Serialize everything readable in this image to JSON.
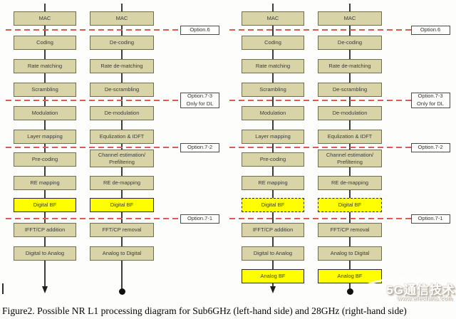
{
  "caption": "Figure2. Possible NR L1 processing diagram for Sub6GHz (left-hand side) and 28GHz (right-hand side)",
  "watermark": {
    "brand": "5G通信技术",
    "site": "www.elecfans.com"
  },
  "colors": {
    "node_fill": "#d8d4a8",
    "node_border": "#6e6e4e",
    "highlight": "#ffff00",
    "option_line_red": "#dd5a52"
  },
  "options": [
    {
      "label": "Option.6",
      "note": ""
    },
    {
      "label": "Option.7-3",
      "note": "Only for DL"
    },
    {
      "label": "Option.7-2",
      "note": ""
    },
    {
      "label": "Option.7-1",
      "note": ""
    }
  ],
  "diagrams": [
    {
      "id": "sub6ghz-left",
      "columns": [
        {
          "id": "tx",
          "terminal": "arrow",
          "nodes": [
            {
              "label": "MAC"
            },
            {
              "label": "Coding"
            },
            {
              "label": "Rate matching"
            },
            {
              "label": "Scrambling"
            },
            {
              "label": "Modulation"
            },
            {
              "label": "Layer mapping"
            },
            {
              "label": "Pre-coding"
            },
            {
              "label": "RE mapping"
            },
            {
              "label": "Digital BF",
              "highlight": true
            },
            {
              "label": "IFFT/CP addition"
            },
            {
              "label": "Digital to Analog"
            }
          ]
        },
        {
          "id": "rx",
          "terminal": "dot",
          "nodes": [
            {
              "label": "MAC"
            },
            {
              "label": "De-coding"
            },
            {
              "label": "Rate de-matching"
            },
            {
              "label": "De-scrambling"
            },
            {
              "label": "De-modulation"
            },
            {
              "label": "Equlization & IDFT"
            },
            {
              "label": "Channel estimation/\nPrefiltering",
              "tall": true
            },
            {
              "label": "RE de-mapping"
            },
            {
              "label": "Digital BF",
              "highlight": true
            },
            {
              "label": "FFT/CP removal"
            },
            {
              "label": "Analog to Digital"
            }
          ]
        }
      ]
    },
    {
      "id": "28ghz-right",
      "columns": [
        {
          "id": "tx",
          "terminal": "arrow",
          "nodes": [
            {
              "label": "MAC"
            },
            {
              "label": "Coding"
            },
            {
              "label": "Rate matching"
            },
            {
              "label": "Scrambling"
            },
            {
              "label": "Modulation"
            },
            {
              "label": "Layer mapping"
            },
            {
              "label": "Pre-coding"
            },
            {
              "label": "RE mapping"
            },
            {
              "label": "Digital BF",
              "highlight": true,
              "dashed": true
            },
            {
              "label": "IFFT/CP addition"
            },
            {
              "label": "Digital to Analog"
            },
            {
              "label": "Analog BF",
              "highlight": true
            }
          ]
        },
        {
          "id": "rx",
          "terminal": "dot",
          "nodes": [
            {
              "label": "MAC"
            },
            {
              "label": "De-coding"
            },
            {
              "label": "Rate de-matching"
            },
            {
              "label": "De-scrambling"
            },
            {
              "label": "De-modulation"
            },
            {
              "label": "Equlization & IDFT"
            },
            {
              "label": "Channel estimation/\nPrefiltering",
              "tall": true
            },
            {
              "label": "RE de-mapping"
            },
            {
              "label": "Digital BF",
              "highlight": true,
              "dashed": true
            },
            {
              "label": "FFT/CP removal"
            },
            {
              "label": "Analog to Digital"
            },
            {
              "label": "Analog BF",
              "highlight": true
            }
          ]
        }
      ]
    }
  ]
}
